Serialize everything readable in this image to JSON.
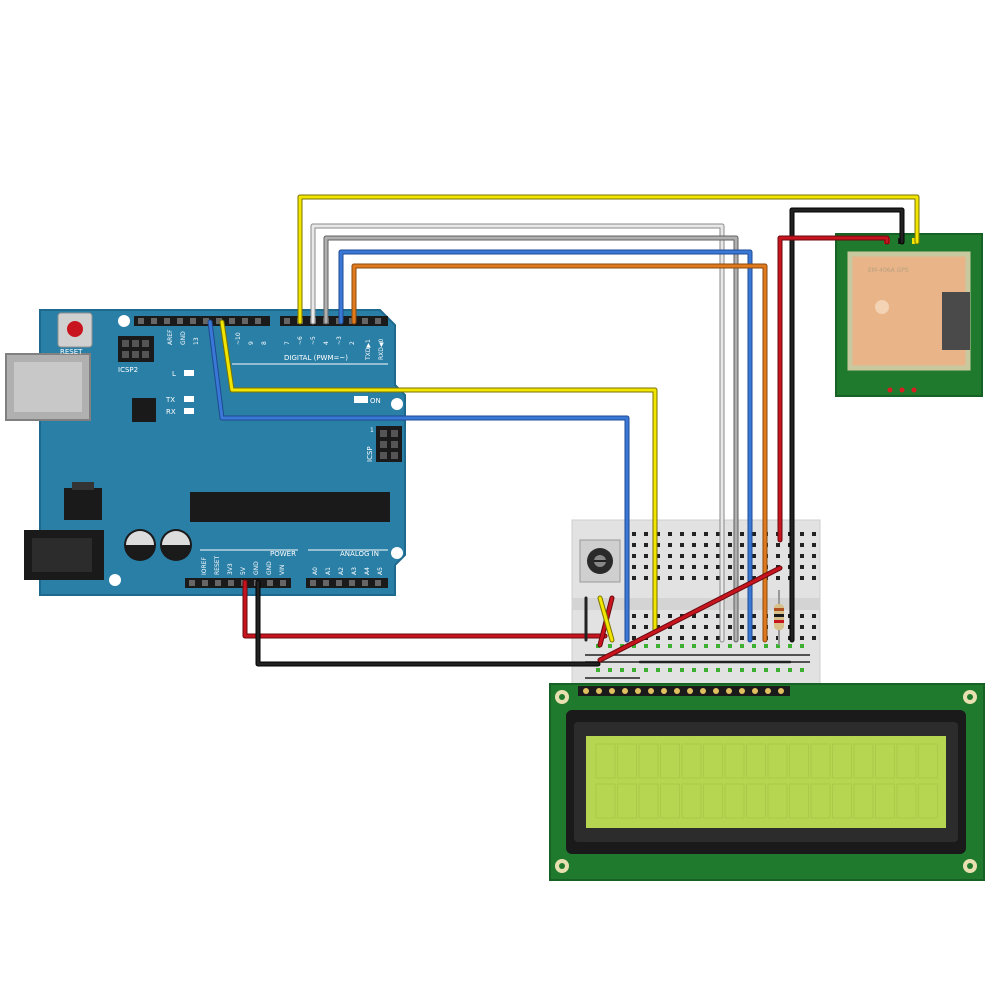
{
  "arduino": {
    "reset_label": "RESET",
    "icsp2_label": "ICSP2",
    "icsp_label": "ICSP",
    "digital_label": "DIGITAL (PWM=~)",
    "power_label": "POWER",
    "analog_label": "ANALOG IN",
    "on_label": "ON",
    "l_label": "L",
    "tx_label": "TX",
    "rx_label": "RX",
    "txd_label": "TXD▶1",
    "rxd_label": "RXD◀0",
    "aref_label": "AREF",
    "gnd_label": "GND",
    "pin13_label": "13",
    "icsp_pin1_label": "1",
    "digital_pins": [
      "~10",
      "9",
      "8",
      "7",
      "~6",
      "~5",
      "4",
      "~3",
      "2"
    ],
    "power_pins": [
      "IOREF",
      "RESET",
      "3V3",
      "5V",
      "GND",
      "GND",
      "VIN"
    ],
    "analog_pins": [
      "A0",
      "A1",
      "A2",
      "A3",
      "A4",
      "A5"
    ]
  },
  "gps": {
    "chip_label": "EM-406A GPS"
  },
  "colors": {
    "board": "#2a7fa6",
    "lcd_pcb": "#1f7a2e",
    "lcd_screen": "#b6d651",
    "gps_pcb": "#1f7a2e",
    "wire_yellow": "#f2e600",
    "wire_white": "#e8e8e8",
    "wire_gray": "#a0a0a0",
    "wire_blue": "#3a78d8",
    "wire_orange": "#e07a1c",
    "wire_red": "#c8141e",
    "wire_black": "#111111"
  }
}
